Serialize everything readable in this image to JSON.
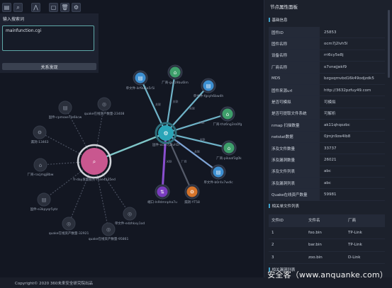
{
  "toolbar": {
    "icons": [
      "document-icon",
      "search-icon",
      "network-icon",
      "copy-icon",
      "trash-icon",
      "gear-icon"
    ],
    "glyphs": [
      "▤",
      "⌕",
      "⋀",
      "▢",
      "🗑",
      "⚙"
    ]
  },
  "search": {
    "title": "输入搜索词",
    "value": "mainfunction.cgi",
    "button_label": "关系发现"
  },
  "graph": {
    "center_node_label": "fr-day发现服务-f5ae4a35ed",
    "hub_node_label": "固件-ocm7j2lvh5l",
    "hub_nodes": [
      {
        "label": "单文件-ikf9u6a5r5i",
        "color": "#3d8fd1"
      },
      {
        "label": "厂商-gul19bu6lm",
        "color": "#3e9f6b"
      },
      {
        "label": "单文件-fgsyh6bw4h",
        "color": "#3d8fd1"
      },
      {
        "label": "厂商-thz6ng3ro0fg",
        "color": "#3e9f6b"
      },
      {
        "label": "厂商-pikaaf3g0k",
        "color": "#3e9f6b"
      },
      {
        "label": "单文件-b0r4v7wdlc",
        "color": "#3d8fd1"
      },
      {
        "label": "漏洞-YT58",
        "color": "#d6742a"
      },
      {
        "label": "端口-ln9dmnpha7u",
        "color": "#7a3cc0"
      }
    ],
    "center_nodes": [
      {
        "label": "quake在线资产数量-23408"
      },
      {
        "label": "固件-cpmoxe7le6kcw"
      },
      {
        "label": "漏洞-13463"
      },
      {
        "label": "厂商-racjmgj8bw"
      },
      {
        "label": "固件-e3kpyqr5ytz"
      },
      {
        "label": "quake在线资产数量-32921"
      },
      {
        "label": "quake在线资产数量-95861"
      },
      {
        "label": "单文件-edzhkxy1od"
      }
    ],
    "edge_labels": [
      "关联",
      "关联",
      "关联",
      "关联",
      "关联",
      "关联",
      "厂商",
      "关联"
    ]
  },
  "panel": {
    "title": "节点属性面板",
    "basic_info_title": "基础信息",
    "properties": [
      {
        "key": "固件ID",
        "value": "25853"
      },
      {
        "key": "固件名称",
        "value": "ocm7j2lvh5l"
      },
      {
        "key": "设备名称",
        "value": "rri6cy5e8j"
      },
      {
        "key": "厂商名称",
        "value": "o7vnejjekf9"
      },
      {
        "key": "MD5",
        "value": "bzgxqmvbd16k49odjzdk5"
      },
      {
        "key": "固件来源url",
        "value": "http://3632pzfuy49.com"
      },
      {
        "key": "是否可模拟",
        "value": "可模拟"
      },
      {
        "key": "是否可提取文件系统",
        "value": "可解析"
      },
      {
        "key": "nmap 扫描数量",
        "value": "ak11qhqozbc"
      },
      {
        "key": "netstat数据",
        "value": "0jmjn9ze4lb8"
      },
      {
        "key": "涉及文件数量",
        "value": "33737"
      },
      {
        "key": "涉及漏洞数量",
        "value": "26021"
      },
      {
        "key": "涉及文件列表",
        "value": "abc"
      },
      {
        "key": "涉及漏洞列表",
        "value": "abc"
      },
      {
        "key": "Quake在线资产数量",
        "value": "59981"
      }
    ],
    "related_files_title": "相关单文件列表",
    "file_columns": [
      "文件ID",
      "文件名",
      "厂商"
    ],
    "files": [
      {
        "id": "1",
        "name": "foo.bin",
        "vendor": "TP-Link"
      },
      {
        "id": "2",
        "name": "bar.bin",
        "vendor": "TP-Link"
      },
      {
        "id": "3",
        "name": "zoo.bin",
        "vendor": "D-Link"
      }
    ],
    "related_vulns_title": "相关漏洞列表"
  },
  "footer": {
    "copyright": "Copyright© 2020 360未来安全研究院出品"
  },
  "watermark": "安全客（www.anquanke.com）",
  "colors": {
    "accent": "#3fa1c9",
    "center_node": "#c9578f",
    "hub_node": "#2aa5b8",
    "file_node": "#3d8fd1",
    "vendor_node": "#3e9f6b",
    "vuln_node": "#d6742a",
    "port_node": "#7a3cc0"
  }
}
